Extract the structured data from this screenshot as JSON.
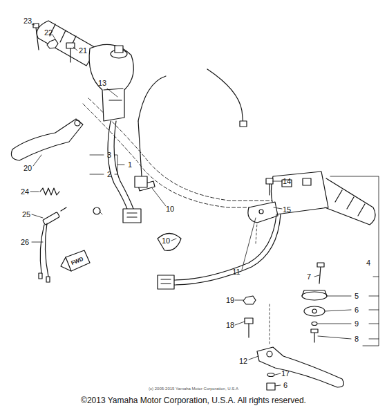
{
  "diagram": {
    "caption": "©2013 Yamaha Motor Corporation, U.S.A. All rights reserved.",
    "labels": [
      "23",
      "22",
      "21",
      "20",
      "24",
      "25",
      "26",
      "3",
      "2",
      "1",
      "13",
      "10",
      "10",
      "14",
      "15",
      "4",
      "7",
      "5",
      "6",
      "9",
      "8",
      "11",
      "19",
      "18",
      "12",
      "17",
      "6",
      "FWD",
      "(c) 2005-2015 Yamaha Motor Corporation, U.S.A"
    ]
  }
}
